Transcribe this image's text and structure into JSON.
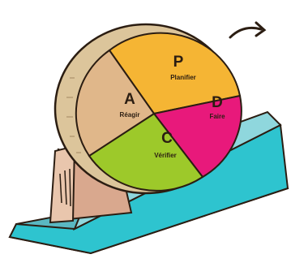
{
  "segments": [
    {
      "key": "plan",
      "letter": "P",
      "word": "Planifier",
      "color": "#f5b534"
    },
    {
      "key": "do",
      "letter": "D",
      "word": "Faire",
      "color": "#e8197b"
    },
    {
      "key": "check",
      "letter": "C",
      "word": "Vérifier",
      "color": "#9dc92a"
    },
    {
      "key": "act",
      "letter": "A",
      "word": "Réagir",
      "color": "#e0b78a"
    }
  ],
  "colors": {
    "ramp_top": "#2ec4cf",
    "ramp_side": "#8fd7dd",
    "ramp_bottom": "#5ab8c2",
    "wedge": "#d9a88e",
    "wheel_rim": "#dcc59b",
    "outline": "#2b1d12",
    "arrow": "#2b1d12"
  },
  "icons": [
    "rotation-arrow-icon"
  ]
}
